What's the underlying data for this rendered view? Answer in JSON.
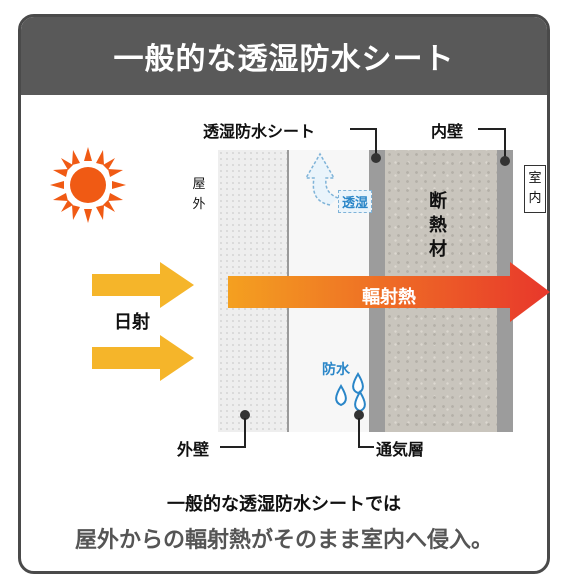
{
  "header": {
    "title": "一般的な透湿防水シート"
  },
  "labels": {
    "sunlight": "日射",
    "outdoor": [
      "屋",
      "外"
    ],
    "indoor": [
      "室",
      "内"
    ],
    "insulation": [
      "断",
      "熱",
      "材"
    ],
    "radiant_heat": "輻射熱",
    "moisture": "透湿",
    "waterproof": "防水"
  },
  "callouts": {
    "membrane": "透湿防水シート",
    "inner_wall": "内壁",
    "outer_wall": "外壁",
    "air_layer": "通気層"
  },
  "captions": {
    "line1": "一般的な透湿防水シートでは",
    "line2": "屋外からの輻射熱がそのまま室内へ侵入。"
  },
  "colors": {
    "header_bg": "#595959",
    "sun": "#f05a14",
    "sunlight_arrow": "#f5b52a",
    "heat_start": "#f4a020",
    "heat_end": "#e8372b",
    "water": "#2a86c8"
  }
}
